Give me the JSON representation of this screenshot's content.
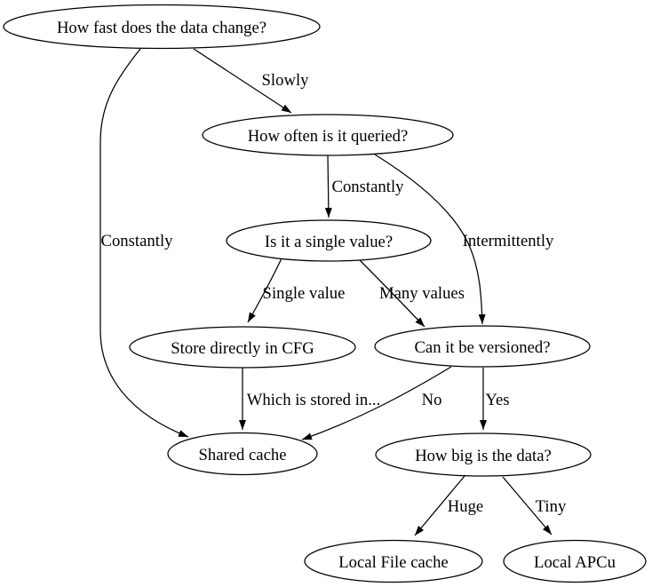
{
  "diagram": {
    "type": "flowchart-decision-tree",
    "background_color": "#ffffff",
    "stroke_color": "#000000",
    "text_color": "#000000",
    "nodes": [
      {
        "id": "how-fast",
        "label": "How fast does the data change?"
      },
      {
        "id": "how-often",
        "label": "How often is it queried?"
      },
      {
        "id": "single-value",
        "label": "Is it a single value?"
      },
      {
        "id": "versioned",
        "label": "Can it be versioned?"
      },
      {
        "id": "store-cfg",
        "label": "Store directly in CFG"
      },
      {
        "id": "shared-cache",
        "label": "Shared cache"
      },
      {
        "id": "how-big",
        "label": "How big is the data?"
      },
      {
        "id": "local-file-cache",
        "label": "Local File cache"
      },
      {
        "id": "local-apcu",
        "label": "Local APCu"
      }
    ],
    "edges": [
      {
        "from": "how-fast",
        "to": "how-often",
        "label": "Slowly"
      },
      {
        "from": "how-fast",
        "to": "shared-cache",
        "label": "Constantly"
      },
      {
        "from": "how-often",
        "to": "single-value",
        "label": "Constantly"
      },
      {
        "from": "how-often",
        "to": "versioned",
        "label": "Intermittently"
      },
      {
        "from": "single-value",
        "to": "store-cfg",
        "label": "Single value"
      },
      {
        "from": "single-value",
        "to": "versioned",
        "label": "Many values"
      },
      {
        "from": "store-cfg",
        "to": "shared-cache",
        "label": "Which is stored in..."
      },
      {
        "from": "versioned",
        "to": "shared-cache",
        "label": "No"
      },
      {
        "from": "versioned",
        "to": "how-big",
        "label": "Yes"
      },
      {
        "from": "how-big",
        "to": "local-file-cache",
        "label": "Huge"
      },
      {
        "from": "how-big",
        "to": "local-apcu",
        "label": "Tiny"
      }
    ]
  }
}
